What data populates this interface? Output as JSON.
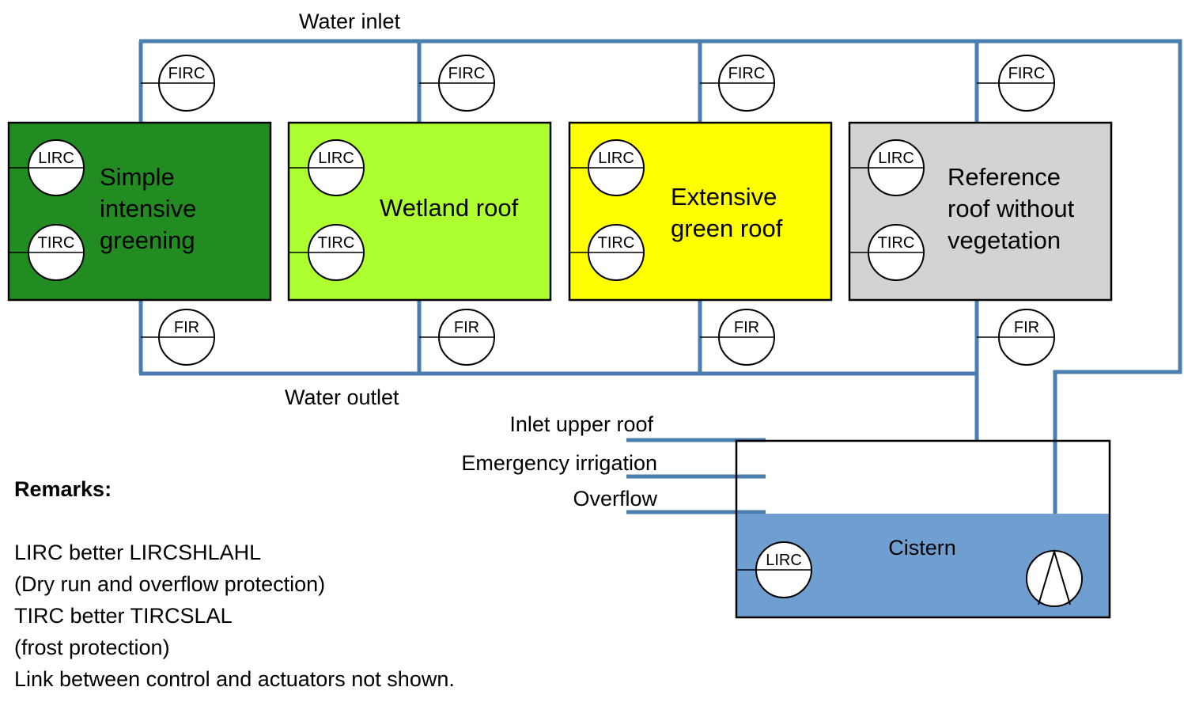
{
  "labels": {
    "water_inlet": "Water inlet",
    "water_outlet": "Water outlet",
    "inlet_upper_roof": "Inlet upper roof",
    "emergency_irrigation": "Emergency irrigation",
    "overflow": "Overflow",
    "cistern": "Cistern"
  },
  "roofs": [
    {
      "lines": [
        "Simple",
        "intensive",
        "greening"
      ],
      "color": "#228b22",
      "text_color": "#ffffff"
    },
    {
      "lines": [
        "Wetland roof"
      ],
      "color": "#adff2f",
      "text_color": "#000000"
    },
    {
      "lines": [
        "Extensive",
        "green roof"
      ],
      "color": "#ffff00",
      "text_color": "#000000"
    },
    {
      "lines": [
        "Reference",
        "roof without",
        "vegetation"
      ],
      "color": "#d3d3d3",
      "text_color": "#000000"
    }
  ],
  "instruments": {
    "inlet_flow": "FIRC",
    "level": "LIRC",
    "temperature": "TIRC",
    "outlet_flow": "FIR",
    "cistern_level": "LIRC"
  },
  "pump_icon": "pump-icon",
  "colors": {
    "pipe": "#4a7eb0",
    "cistern_water": "#6f9fd1"
  },
  "remarks": {
    "title": "Remarks:",
    "lines": [
      "LIRC better LIRCSHLAHL",
      "(Dry run and overflow protection)",
      "TIRC better TIRCSLAL",
      "(frost protection)",
      "Link between control and actuators not shown."
    ]
  }
}
